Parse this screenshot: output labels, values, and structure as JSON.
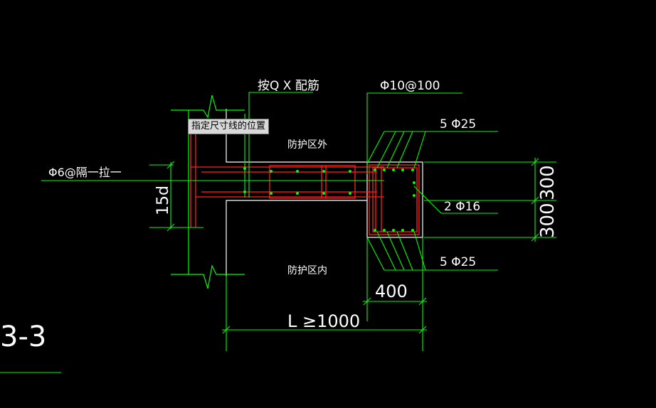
{
  "labels": {
    "qx_rebar": "按Q X 配筋",
    "stirrup_top": "Φ10@100",
    "top_bars": "5 Φ25",
    "side_bars": "2 Φ16",
    "bottom_bars": "5 Φ25",
    "tie_bar": "Φ6@隔一拉一",
    "anchor": "15d",
    "outside": "防护区外",
    "inside": "防护区内",
    "width_dim": "400",
    "length_dim": "L ≥1000",
    "height_upper": "300",
    "height_lower": "300",
    "section": "3-3"
  },
  "tooltip": "指定尺寸线的位置",
  "colors": {
    "background": "#000000",
    "green": "#00ff00",
    "red": "#ff2020",
    "white": "#ffffff",
    "tooltip_bg": "#d9d9d9"
  }
}
